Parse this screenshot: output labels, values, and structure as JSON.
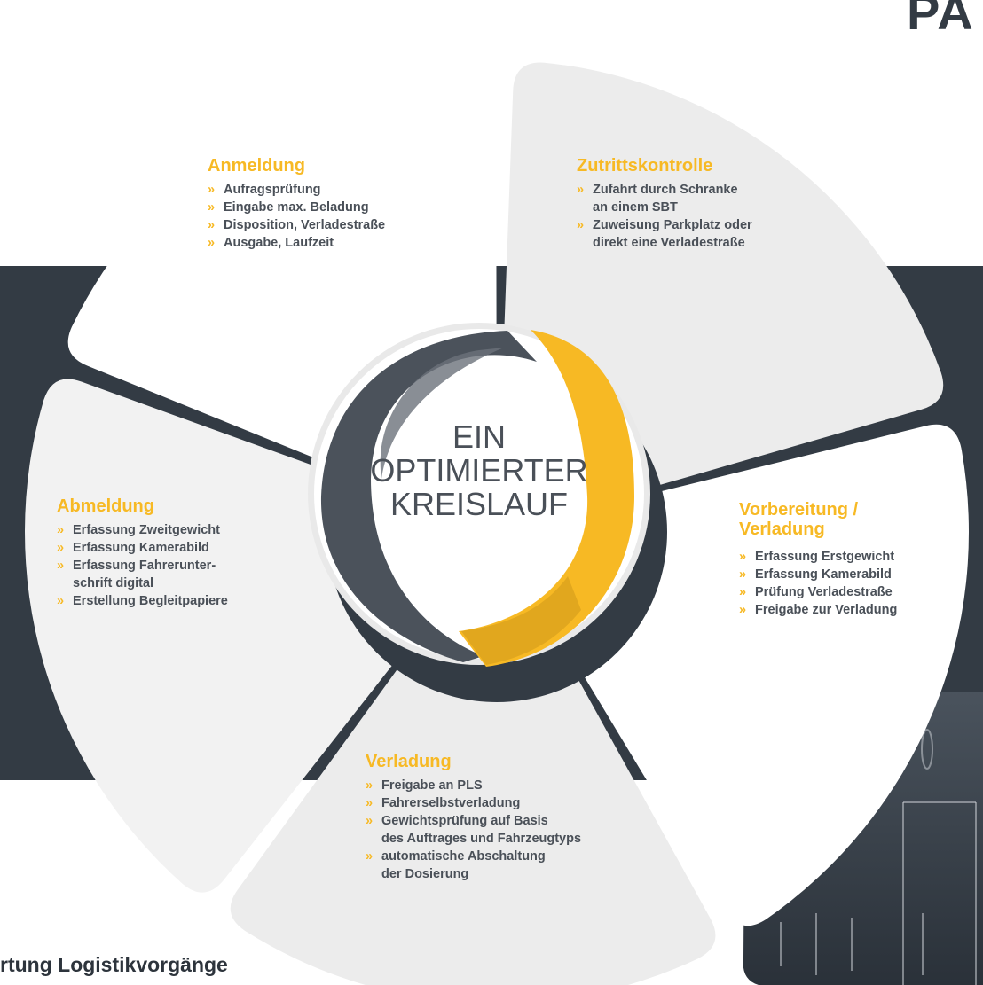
{
  "logo_text": "PA",
  "center_title_lines": [
    "EIN",
    "OPTIMIERTER",
    "KREISLAUF"
  ],
  "footer_title": "rtung Logistikvorgänge",
  "bullet_glyph": "»",
  "colors": {
    "accent_yellow": "#f7b924",
    "dark_slate": "#333b44",
    "text_gray": "#4a5058",
    "segment_white": "#ffffff",
    "segment_light": "#ececec",
    "segment_lighter": "#f2f2f2"
  },
  "stages": [
    {
      "title": "Anmeldung",
      "items": [
        "Aufragsprüfung",
        "Eingabe max. Beladung",
        "Disposition, Verladestraße",
        "Ausgabe, Laufzeit"
      ]
    },
    {
      "title": "Zutrittskontrolle",
      "items": [
        "Zufahrt durch Schranke\nan einem SBT",
        "Zuweisung Parkplatz oder\ndirekt eine Verladestraße"
      ]
    },
    {
      "title": "Vorbereitung /\nVerladung",
      "items": [
        "Erfassung Erstgewicht",
        "Erfassung Kamerabild",
        "Prüfung Verladestraße",
        "Freigabe zur Verladung"
      ]
    },
    {
      "title": "Verladung",
      "items": [
        "Freigabe an PLS",
        "Fahrerselbstverladung",
        "Gewichtsprüfung auf Basis\ndes Auftrages und Fahrzeugtyps",
        "automatische Abschaltung\nder Dosierung"
      ]
    },
    {
      "title": "Abmeldung",
      "items": [
        "Erfassung Zweitgewicht",
        "Erfassung Kamerabild",
        "Erfassung Fahrerunter-\nschrift digital",
        "Erstellung Begleitpapiere"
      ]
    }
  ]
}
